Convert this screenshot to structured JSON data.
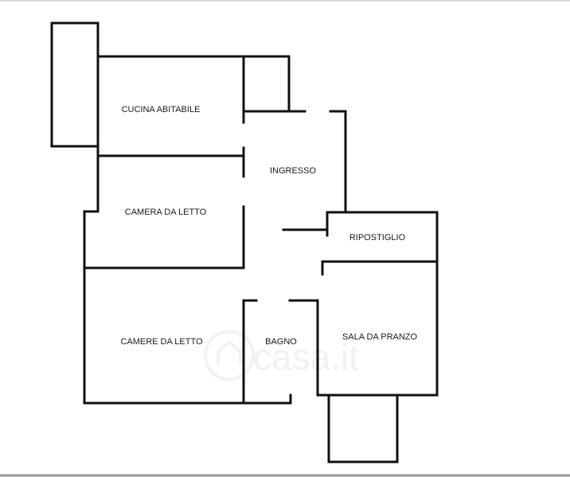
{
  "floor_plan": {
    "rooms": {
      "cucina": "CUCINA ABITABILE",
      "ingresso": "INGRESSO",
      "camera": "CAMERA DA LETTO",
      "ripostiglio": "RIPOSTIGLIO",
      "camere": "CAMERE DA LETTO",
      "bagno": "BAGNO",
      "sala": "SALA DA PRANZO"
    },
    "watermark": "casa.it"
  }
}
